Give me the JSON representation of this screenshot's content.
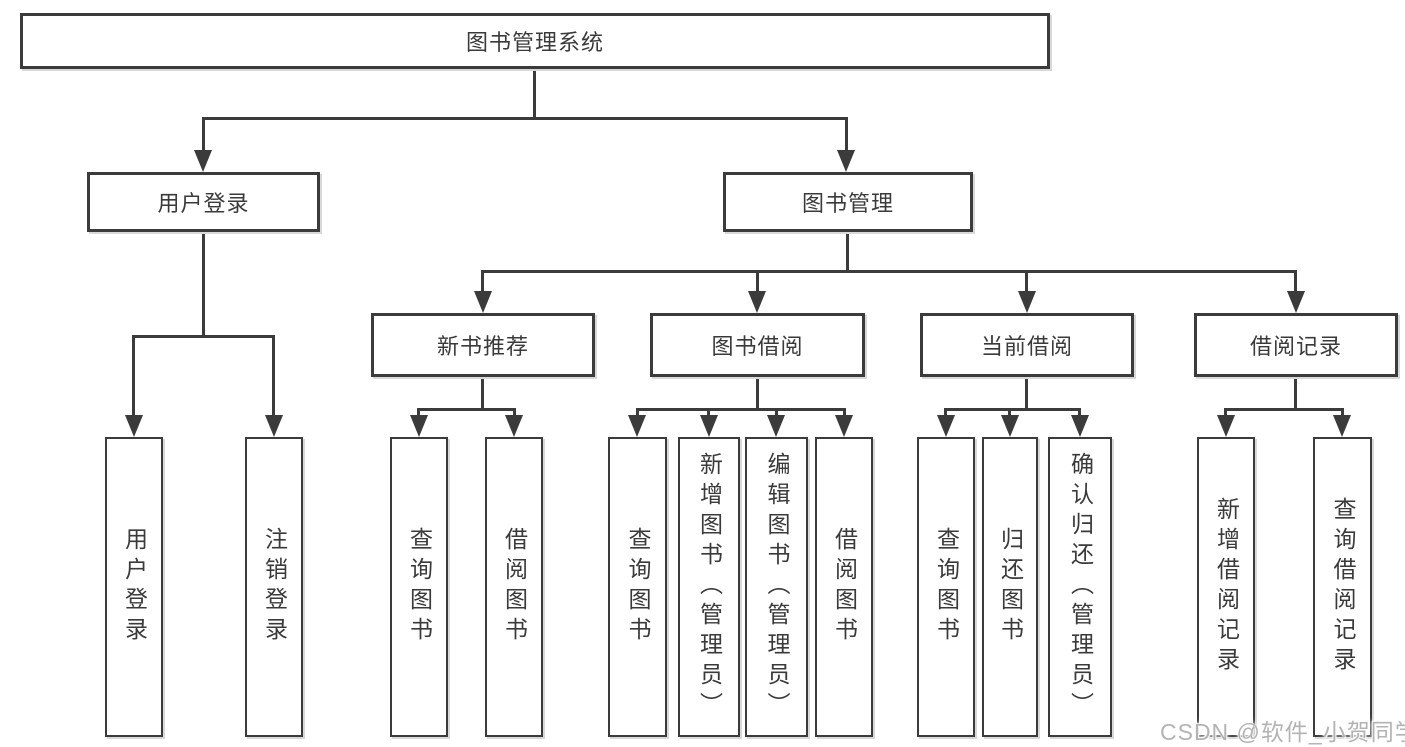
{
  "title": "图书管理系统",
  "colors": {
    "line": "#3b3b3b",
    "text": "#3a3a3a",
    "background": "#ffffff",
    "watermark": "#b3b3b3"
  },
  "tree": {
    "root": {
      "label": "图书管理系统"
    },
    "branches": [
      {
        "label": "用户登录",
        "children": [
          {
            "label": "用户登录"
          },
          {
            "label": "注销登录"
          }
        ]
      },
      {
        "label": "图书管理",
        "children": [
          {
            "label": "新书推荐",
            "children": [
              {
                "label": "查询图书"
              },
              {
                "label": "借阅图书"
              }
            ]
          },
          {
            "label": "图书借阅",
            "children": [
              {
                "label": "查询图书"
              },
              {
                "label": "新增图书（管理员）"
              },
              {
                "label": "编辑图书（管理员）"
              },
              {
                "label": "借阅图书"
              }
            ]
          },
          {
            "label": "当前借阅",
            "children": [
              {
                "label": "查询图书"
              },
              {
                "label": "归还图书"
              },
              {
                "label": "确认归还（管理员）"
              }
            ]
          },
          {
            "label": "借阅记录",
            "children": [
              {
                "label": "新增借阅记录"
              },
              {
                "label": "查询借阅记录"
              }
            ]
          }
        ]
      }
    ]
  },
  "watermark": {
    "text": "CSDN @软件_小贺同学"
  }
}
